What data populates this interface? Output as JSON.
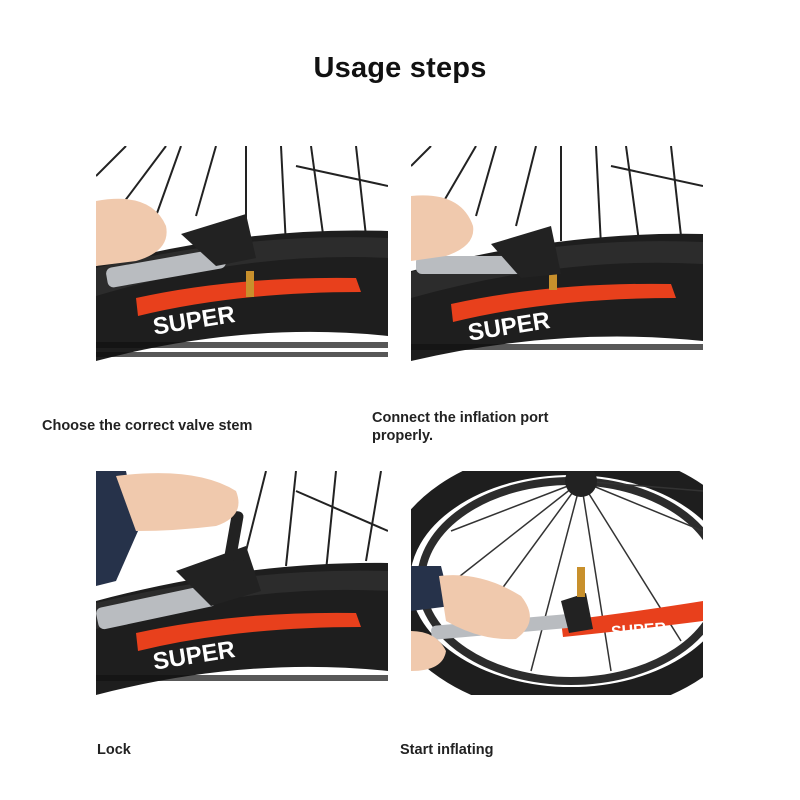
{
  "title": "Usage steps",
  "steps": [
    {
      "caption": "Choose the correct valve stem",
      "rim_text": "SUPER"
    },
    {
      "caption": "Connect the inflation port properly.",
      "rim_text": "SUPER"
    },
    {
      "caption": "Lock",
      "rim_text": "SUPER"
    },
    {
      "caption": "Start inflating",
      "rim_text": "SUPER"
    }
  ],
  "colors": {
    "tire": "#1e1e1e",
    "rim": "#2a2a2a",
    "rim_accent": "#e8401c",
    "pump_body": "#b9bcc0",
    "pump_head": "#222222",
    "skin": "#f0c9ad",
    "sleeve": "#26324a"
  }
}
